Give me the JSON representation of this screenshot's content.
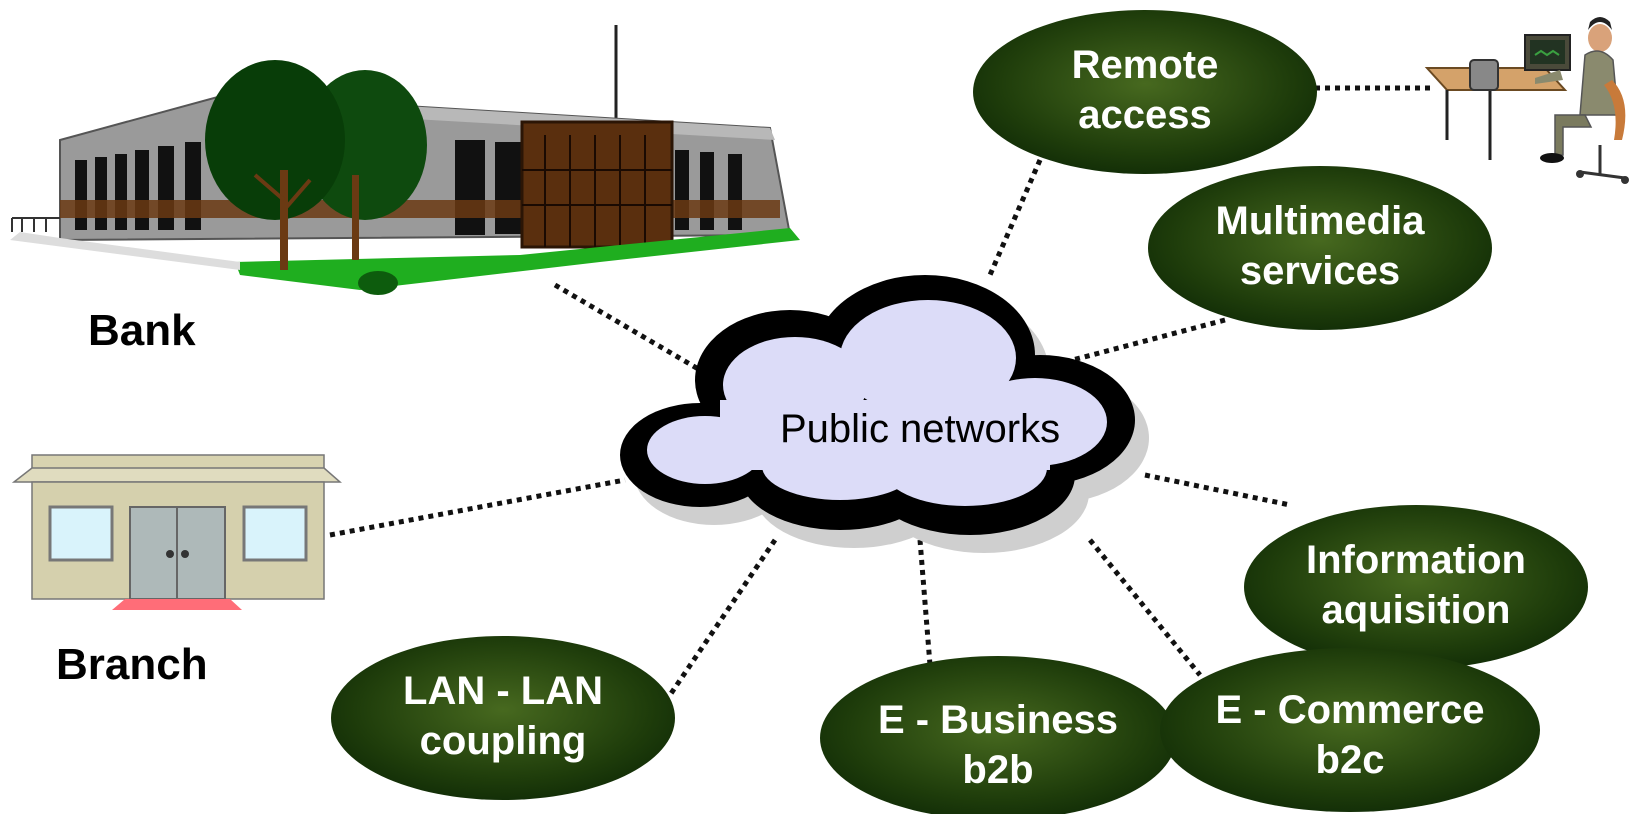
{
  "center": {
    "label": "Public networks"
  },
  "sites": {
    "bank": "Bank",
    "branch": "Branch"
  },
  "services": {
    "remote_access": [
      "Remote",
      "access"
    ],
    "multimedia": [
      "Multimedia",
      "services"
    ],
    "information": [
      "Information",
      "aquisition"
    ],
    "lan_lan": [
      "LAN - LAN",
      "coupling"
    ],
    "e_business": [
      "E - Business",
      "b2b"
    ],
    "e_commerce": [
      "E - Commerce",
      "b2c"
    ]
  },
  "colors": {
    "node_fill_center": "#3d5e1c",
    "node_fill_edge": "#0f2a06",
    "cloud_fill": "#dcdcf8",
    "cloud_outline": "#000000",
    "connector": "#111111"
  },
  "icons": [
    "bank-building-icon",
    "branch-building-icon",
    "desk-worker-icon",
    "cloud-icon"
  ]
}
